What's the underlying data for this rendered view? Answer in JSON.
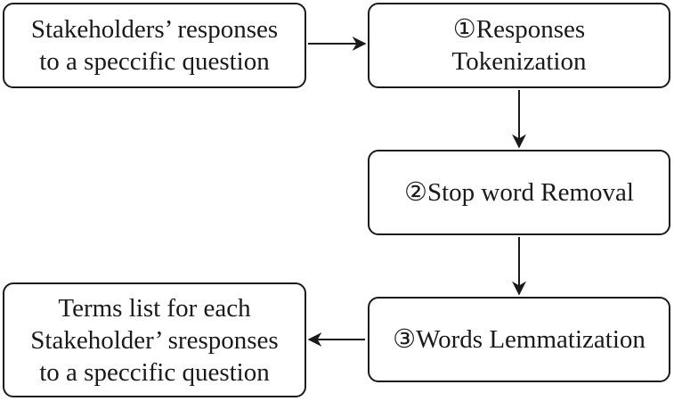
{
  "diagram": {
    "input_box": {
      "line1": "Stakeholders’ responses",
      "line2": "to a speccific question"
    },
    "step1": {
      "line1": "①Responses",
      "line2": "Tokenization"
    },
    "step2": {
      "line1": "②Stop word Removal"
    },
    "step3": {
      "line1": "③Words Lemmatization"
    },
    "output_box": {
      "line1": "Terms list for each",
      "line2": "Stakeholder’ sresponses",
      "line3": "to a speccific question"
    },
    "colors": {
      "stroke": "#1a1a1a",
      "background": "#ffffff"
    }
  }
}
